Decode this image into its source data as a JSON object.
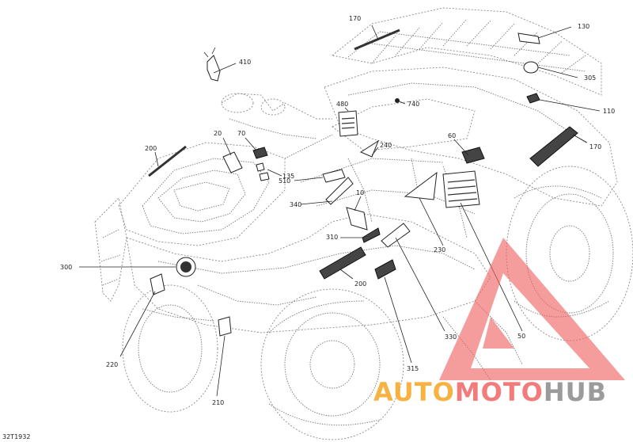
{
  "diagram": {
    "drawing_code": "32T1932",
    "callouts": [
      "410",
      "170",
      "130",
      "305",
      "110",
      "480",
      "740",
      "20",
      "70",
      "135",
      "240",
      "200",
      "510",
      "340",
      "10",
      "60",
      "170",
      "310",
      "300",
      "200",
      "230",
      "220",
      "330",
      "50",
      "315",
      "210"
    ],
    "watermark": {
      "parts": [
        "AUTO",
        "MOTO",
        "HUB"
      ],
      "colors": {
        "auto": "#f5a623",
        "moto": "#f06464",
        "hub": "#8a8a8a",
        "triangle": "#f06464"
      }
    }
  }
}
